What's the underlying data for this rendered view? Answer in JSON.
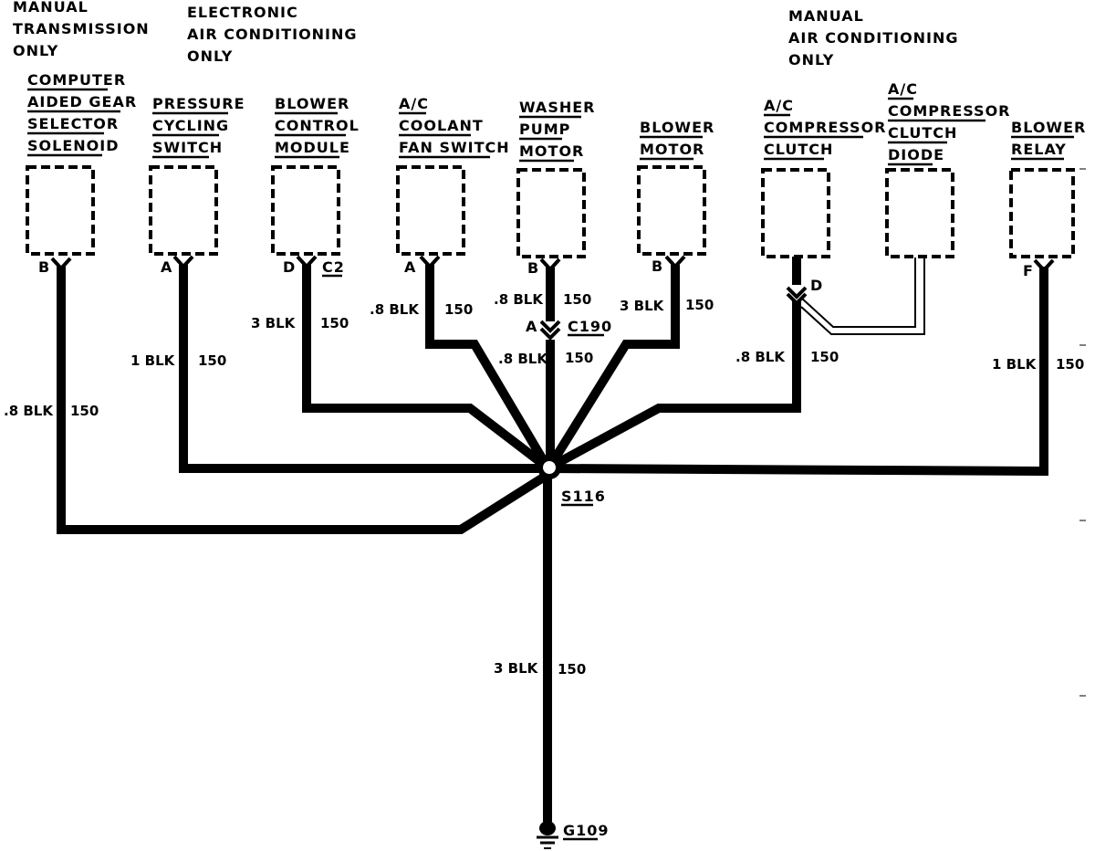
{
  "notes": {
    "manual_transmission": [
      "MANUAL",
      "TRANSMISSION",
      "ONLY"
    ],
    "electronic_ac": [
      "ELECTRONIC",
      "AIR CONDITIONING",
      "ONLY"
    ],
    "manual_ac": [
      "MANUAL",
      "AIR CONDITIONING",
      "ONLY"
    ]
  },
  "components": [
    {
      "id": "cags",
      "name": [
        "COMPUTER",
        "AIDED GEAR",
        "SELECTOR",
        "SOLENOID"
      ],
      "pin": "B",
      "wire_size": ".8 BLK",
      "circuit": "150"
    },
    {
      "id": "pcs",
      "name": [
        "PRESSURE",
        "CYCLING",
        "SWITCH"
      ],
      "pin": "A",
      "wire_size": "1 BLK",
      "circuit": "150"
    },
    {
      "id": "bcm",
      "name": [
        "BLOWER",
        "CONTROL",
        "MODULE"
      ],
      "pin": "D",
      "connector": "C2",
      "wire_size": "3 BLK",
      "circuit": "150"
    },
    {
      "id": "acfan",
      "name": [
        "A/C",
        "COOLANT",
        "FAN SWITCH"
      ],
      "pin": "A",
      "wire_size": ".8 BLK",
      "circuit": "150"
    },
    {
      "id": "washer",
      "name": [
        "WASHER",
        "PUMP",
        "MOTOR"
      ],
      "pin": "B",
      "wire_size": ".8 BLK",
      "circuit": "150"
    },
    {
      "id": "blower",
      "name": [
        "BLOWER",
        "MOTOR"
      ],
      "pin": "B",
      "wire_size": "3 BLK",
      "circuit": "150"
    },
    {
      "id": "clutch",
      "name": [
        "A/C",
        "COMPRESSOR",
        "CLUTCH"
      ],
      "pin": "D",
      "wire_size": ".8 BLK",
      "circuit": "150"
    },
    {
      "id": "diode",
      "name": [
        "A/C",
        "COMPRESSOR",
        "CLUTCH",
        "DIODE"
      ]
    },
    {
      "id": "relay",
      "name": [
        "BLOWER",
        "RELAY"
      ],
      "pin": "F",
      "wire_size": "1 BLK",
      "circuit": "150"
    }
  ],
  "washer_connector": {
    "id": "C190",
    "pin": "A",
    "wire_size": ".8 BLK",
    "circuit": "150"
  },
  "splice": {
    "id": "S116"
  },
  "ground": {
    "id": "G109",
    "wire_size": "3 BLK",
    "circuit": "150"
  }
}
